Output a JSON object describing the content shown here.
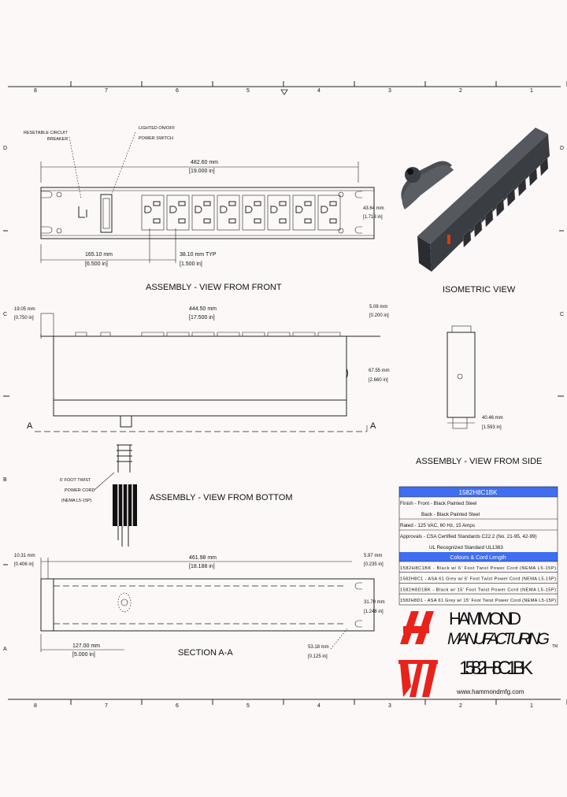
{
  "zones": {
    "columns": [
      "8",
      "7",
      "6",
      "5",
      "4",
      "3",
      "2",
      "1"
    ],
    "rows": [
      "D",
      "C",
      "B",
      "A"
    ]
  },
  "front_view": {
    "title": "ASSEMBLY - VIEW FROM FRONT",
    "callout_breaker": [
      "RESETABLE CIRCUIT",
      "BREAKER"
    ],
    "callout_switch": [
      "LIGHTED ON/OFF",
      "POWER SWITCH"
    ],
    "dim_width": [
      "482.60 mm",
      "[19.000 in]"
    ],
    "dim_height": [
      "43.64 mm",
      "[1.718 in]"
    ],
    "dim_offset": [
      "165.10 mm",
      "[6.500 in]"
    ],
    "dim_pitch": [
      "38.10 mm TYP",
      "[1.500 in]"
    ],
    "outlet_count": 8
  },
  "isometric_view": {
    "title": "ISOMETRIC VIEW"
  },
  "bottom_view": {
    "title": "ASSEMBLY - VIEW FROM BOTTOM",
    "dim_flange": [
      "19.05 mm",
      "[0.750 in]"
    ],
    "dim_length": [
      "444.50 mm",
      "[17.500 in]"
    ],
    "dim_end": [
      "5.08 mm",
      "[0.200 in]"
    ],
    "dim_depth": [
      "67.55 mm",
      "[2.660 in]"
    ],
    "section_mark": "A",
    "cord_callout": [
      "6' FOOT TWIST",
      "POWER CORD",
      "(NEMA L5-15P)"
    ]
  },
  "side_view": {
    "title": "ASSEMBLY - VIEW FROM SIDE",
    "dim": [
      "40.46 mm",
      "[1.593 in]"
    ]
  },
  "section_view": {
    "title": "SECTION A-A",
    "dim_left": [
      "10.31 mm",
      "[0.406 in]"
    ],
    "dim_length": [
      "461.98 mm",
      "[18.188 in]"
    ],
    "dim_right": [
      "5.97 mm",
      "[0.235 in]"
    ],
    "dim_height": [
      "31.70 mm",
      "[1.248 in]"
    ],
    "dim_offset": [
      "127.00 mm",
      "[5.000 in]"
    ],
    "dim_slot": [
      "53.18 mm",
      "[0.125 in]"
    ]
  },
  "spec_table": {
    "header": "1582H8C1BK",
    "rows": [
      "Finish - Front - Black Painted Steel",
      "Back - Black Painted Steel",
      "Rated - 125 VAC, 60 Hz, 15 Amps",
      "Approvals - CSA Certified Standards C22.2 (No. 21-95, 42-99)",
      "UL Recognized Standard UL1363"
    ],
    "subheader": "Colours & Cord Length",
    "variants": [
      "1582H8C1BK - Black w/ 6' Foot Twist Power Cord (NEMA L5-15P)",
      "1582H8C1 - ASA 61 Grey w/ 6' Foot Twist Power Cord (NEMA L5-15P)",
      "1582H8D1BK - Black w/ 15' Foot Twist Power Cord (NEMA L5-15P)",
      "1582H8D1 - ASA 61 Grey w/ 15' Foot Twist Power Cord (NEMA L5-15P)"
    ]
  },
  "title_block": {
    "company": [
      "HAMMOND",
      "MANUFACTURING"
    ],
    "trademark": "TM",
    "part_number": "1582H8C1BK",
    "website": "www.hammondmfg.com"
  },
  "colors": {
    "background": "#fdf8f8",
    "table_header": "#3f6ef0",
    "logo_red": "#e8231c",
    "product_body": "#3a3d42",
    "switch": "#d83a1a"
  }
}
